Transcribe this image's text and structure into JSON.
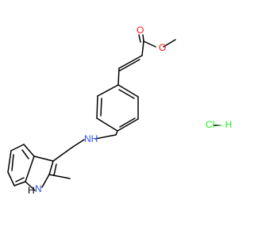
{
  "structure": {
    "atoms": {
      "ester_oxygen": "O",
      "carbonyl_oxygen": "O",
      "amine": "NH",
      "indole_n": "N",
      "indole_h": "H"
    },
    "salt": "Cl – H"
  },
  "colors": {
    "bond": "#000000",
    "oxygen": "#ff0d0d",
    "nitrogen": "#3050f8",
    "chlorine": "#1ff01f",
    "hydrogen": "#000000"
  }
}
